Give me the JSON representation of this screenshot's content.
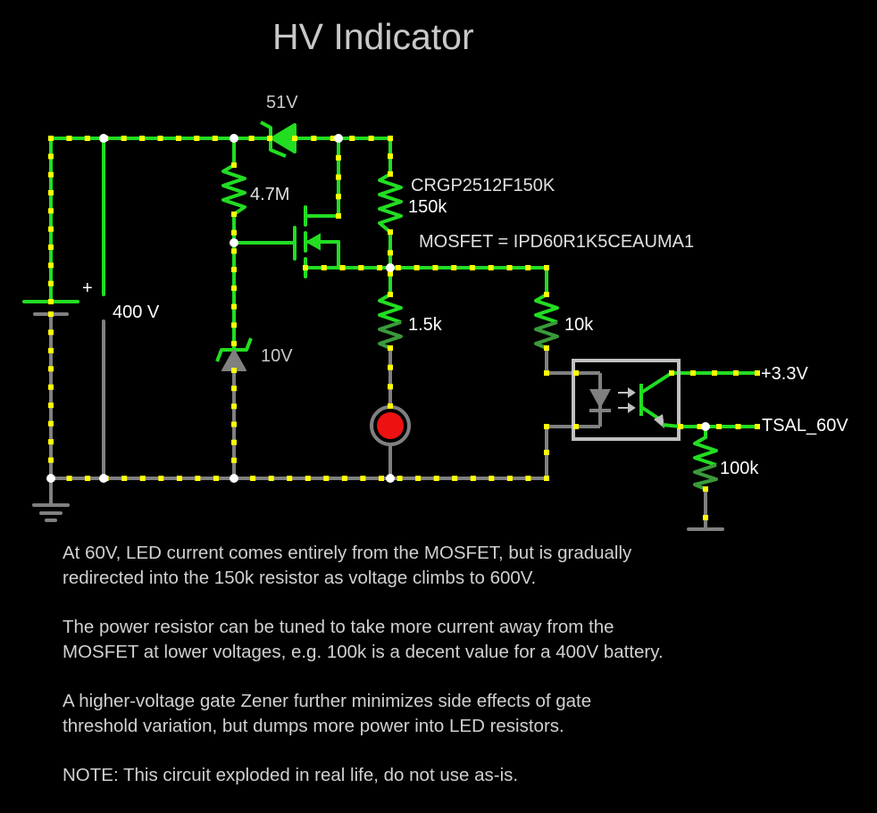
{
  "title": "HV Indicator",
  "labels": {
    "zener_top": "51V",
    "r_gate": "4.7M",
    "r_power_part": "CRGP2512F150K",
    "r_power_value": "150k",
    "mosfet": "MOSFET = IPD60R1K5CEAUMA1",
    "battery_plus": "+",
    "battery_voltage": "400 V",
    "zener_gate": "10V",
    "r_led": "1.5k",
    "r_opto": "10k",
    "vcc": "+3.3V",
    "output": "TSAL_60V",
    "r_pulldown": "100k"
  },
  "notes": [
    "At 60V, LED current comes entirely from the MOSFET, but is gradually\nredirected into the 150k resistor as voltage climbs to 600V.",
    "The power resistor can be tuned to take more current away from the\nMOSFET at lower voltages, e.g. 100k is a decent value for a 400V battery.",
    "A higher-voltage gate Zener further minimizes side effects of gate\nthreshold variation, but dumps more power into LED resistors.",
    "NOTE: This circuit exploded in real life, do not use as-is."
  ],
  "colors": {
    "background": "#000000",
    "live_wire": "#22dd22",
    "ground_wire": "#808080",
    "current_dot": "#ffff00",
    "led": "#ee1111",
    "node": "#ffffff"
  }
}
